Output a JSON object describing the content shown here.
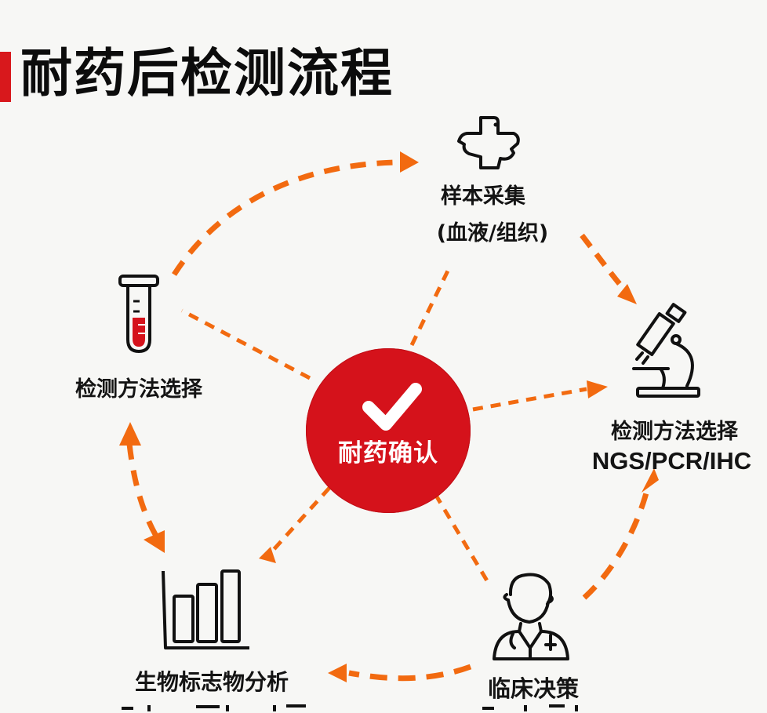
{
  "title": "耐药后检测流程",
  "colors": {
    "accent_red": "#d5121b",
    "arrow_orange": "#f26a10",
    "text": "#141414",
    "background": "#f7f7f5"
  },
  "center": {
    "label": "耐药确认",
    "icon": "checkmark-icon"
  },
  "nodes": [
    {
      "id": "sample",
      "icon": "sample-collection-icon",
      "label": "样本采集",
      "sublabel": "(血液/组织)"
    },
    {
      "id": "method-right",
      "icon": "microscope-icon",
      "label": "检测方法选择",
      "sublabel": "NGS/PCR/IHC"
    },
    {
      "id": "clinical",
      "icon": "doctor-icon",
      "label": "临床决策",
      "sublabel": ""
    },
    {
      "id": "biomarker",
      "icon": "bar-chart-icon",
      "label": "生物标志物分析",
      "sublabel": ""
    },
    {
      "id": "method-left",
      "icon": "test-tube-icon",
      "label": "检测方法选择",
      "sublabel": ""
    }
  ]
}
